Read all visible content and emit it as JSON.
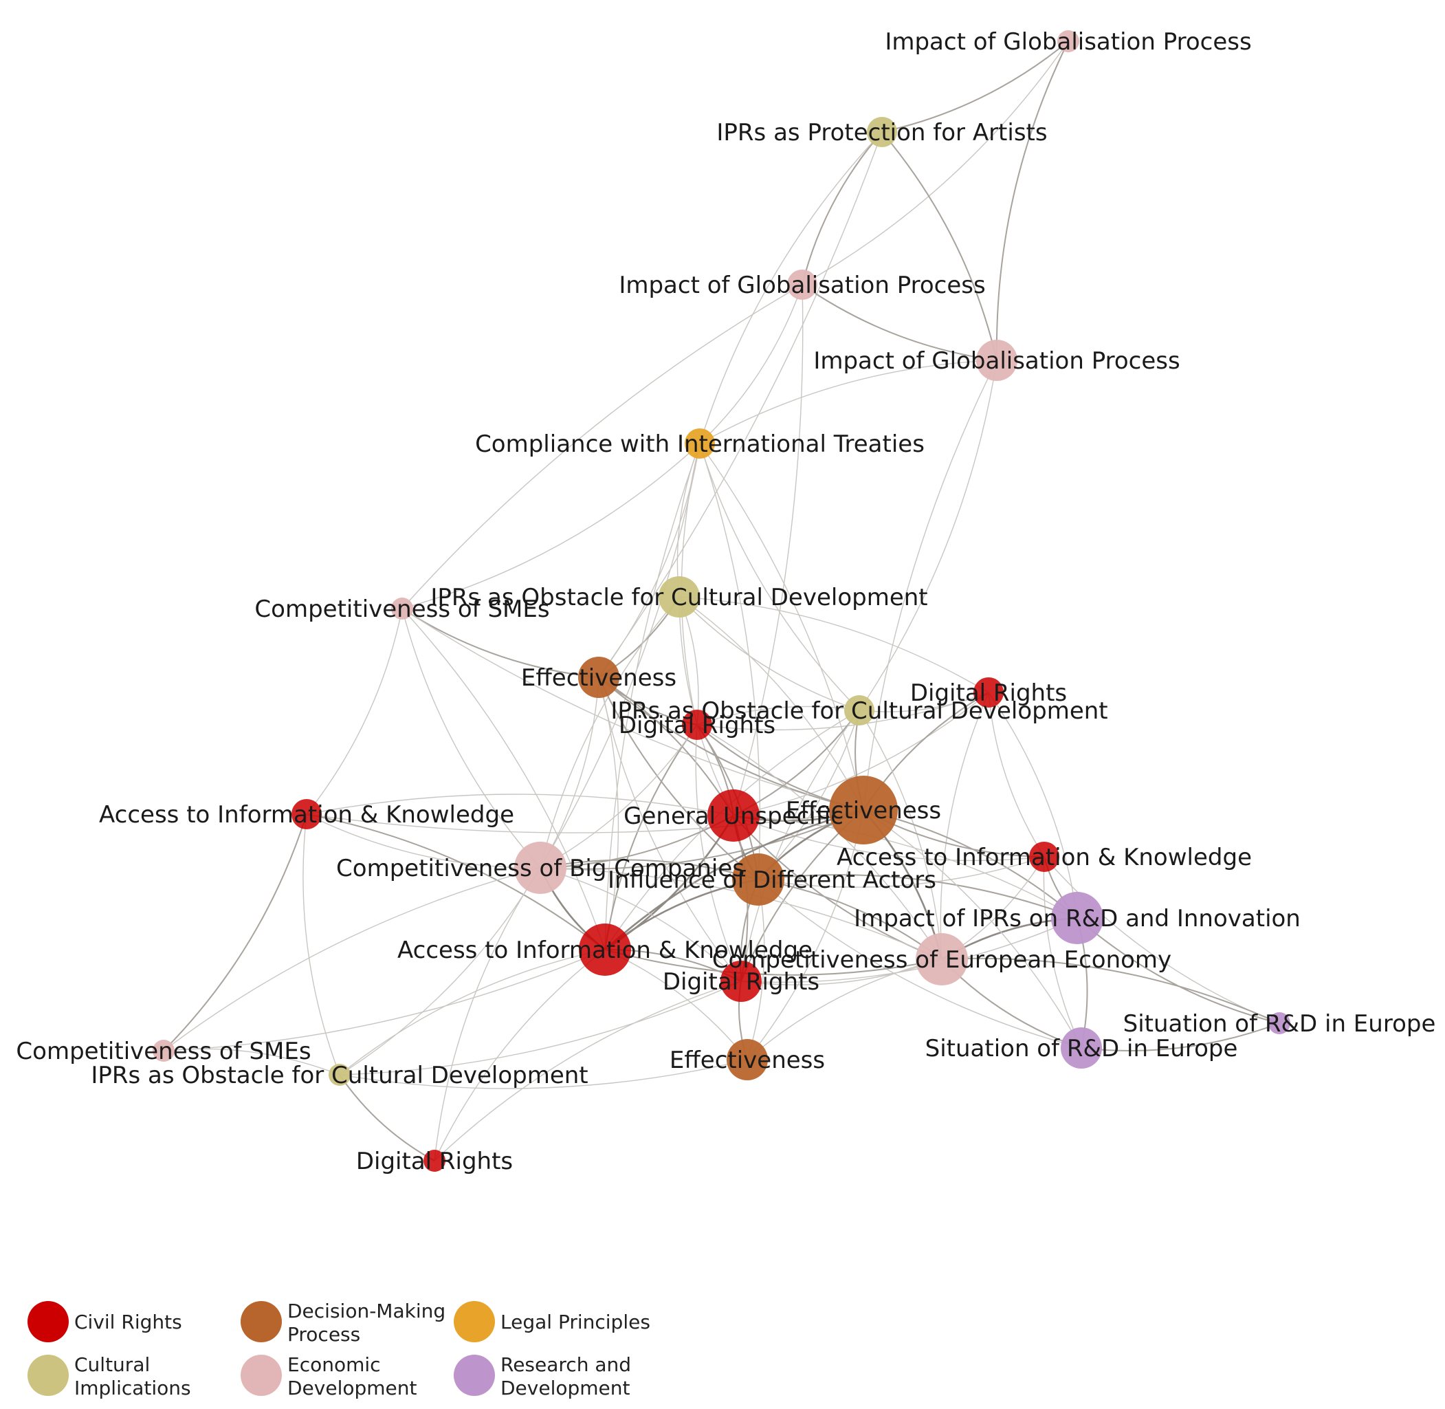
{
  "categories": [
    {
      "id": "civil",
      "label": [
        "Civil Rights"
      ],
      "color": "#cc0000"
    },
    {
      "id": "decision",
      "label": [
        "Decision-Making",
        "Process"
      ],
      "color": "#b8652d"
    },
    {
      "id": "legal",
      "label": [
        "Legal Principles"
      ],
      "color": "#e8a42a"
    },
    {
      "id": "cultural",
      "label": [
        "Cultural",
        "Implications"
      ],
      "color": "#cbc37f"
    },
    {
      "id": "economic",
      "label": [
        "Economic",
        "Development"
      ],
      "color": "#e2b6b6"
    },
    {
      "id": "research",
      "label": [
        "Research and",
        "Development"
      ],
      "color": "#bd95cc"
    }
  ],
  "nodes": [
    {
      "id": "n1",
      "label": "Impact of Globalisation Process",
      "category": "economic",
      "size": 1
    },
    {
      "id": "n2",
      "label": "IPRs as Protection for Artists",
      "category": "cultural",
      "size": 2
    },
    {
      "id": "n3",
      "label": "Impact of Globalisation Process",
      "category": "economic",
      "size": 2
    },
    {
      "id": "n4",
      "label": "Impact of Globalisation Process",
      "category": "economic",
      "size": 3
    },
    {
      "id": "n5",
      "label": "Compliance with International Treaties",
      "category": "legal",
      "size": 2
    },
    {
      "id": "n6",
      "label": "Competitiveness of SMEs",
      "category": "economic",
      "size": 1
    },
    {
      "id": "n7",
      "label": "IPRs as Obstacle for Cultural Development",
      "category": "cultural",
      "size": 3
    },
    {
      "id": "n8",
      "label": "Effectiveness",
      "category": "decision",
      "size": 3
    },
    {
      "id": "n9",
      "label": "Digital Rights",
      "category": "civil",
      "size": 2
    },
    {
      "id": "n10",
      "label": "IPRs as Obstacle for Cultural Development",
      "category": "cultural",
      "size": 2
    },
    {
      "id": "n11",
      "label": "Digital Rights",
      "category": "civil",
      "size": 2
    },
    {
      "id": "n12",
      "label": "Access to Information & Knowledge",
      "category": "civil",
      "size": 2
    },
    {
      "id": "n13",
      "label": "General Unspecific",
      "category": "civil",
      "size": 4
    },
    {
      "id": "n14",
      "label": "Effectiveness",
      "category": "decision",
      "size": 5
    },
    {
      "id": "n15",
      "label": "Access to Information & Knowledge",
      "category": "civil",
      "size": 2
    },
    {
      "id": "n16",
      "label": "Competitiveness of Big Companies",
      "category": "economic",
      "size": 4
    },
    {
      "id": "n17",
      "label": "Influence of Different Actors",
      "category": "decision",
      "size": 4
    },
    {
      "id": "n18",
      "label": "Impact of IPRs on R&D and Innovation",
      "category": "research",
      "size": 4
    },
    {
      "id": "n19",
      "label": "Access to Information & Knowledge",
      "category": "civil",
      "size": 4
    },
    {
      "id": "n20",
      "label": "Competitiveness of European Economy",
      "category": "economic",
      "size": 4
    },
    {
      "id": "n21",
      "label": "Digital Rights",
      "category": "civil",
      "size": 3
    },
    {
      "id": "n22",
      "label": "Situation of R&D in Europe",
      "category": "research",
      "size": 1
    },
    {
      "id": "n23",
      "label": "Situation of R&D in Europe",
      "category": "research",
      "size": 3
    },
    {
      "id": "n24",
      "label": "Competitiveness of SMEs",
      "category": "economic",
      "size": 1
    },
    {
      "id": "n25",
      "label": "IPRs as Obstacle for Cultural Development",
      "category": "cultural",
      "size": 1
    },
    {
      "id": "n26",
      "label": "Effectiveness",
      "category": "decision",
      "size": 3
    },
    {
      "id": "n27",
      "label": "Digital Rights",
      "category": "civil",
      "size": 1
    }
  ],
  "edges": [
    [
      "n1",
      "n2",
      2
    ],
    [
      "n1",
      "n4",
      2
    ],
    [
      "n1",
      "n3",
      1
    ],
    [
      "n2",
      "n3",
      2
    ],
    [
      "n2",
      "n4",
      2
    ],
    [
      "n2",
      "n5",
      1
    ],
    [
      "n2",
      "n8",
      1
    ],
    [
      "n3",
      "n4",
      2
    ],
    [
      "n3",
      "n5",
      1
    ],
    [
      "n3",
      "n6",
      1
    ],
    [
      "n3",
      "n13",
      1
    ],
    [
      "n4",
      "n5",
      1
    ],
    [
      "n4",
      "n10",
      1
    ],
    [
      "n4",
      "n14",
      1
    ],
    [
      "n5",
      "n6",
      1
    ],
    [
      "n5",
      "n7",
      1
    ],
    [
      "n5",
      "n8",
      1
    ],
    [
      "n5",
      "n11",
      1
    ],
    [
      "n5",
      "n14",
      1
    ],
    [
      "n5",
      "n10",
      1
    ],
    [
      "n5",
      "n16",
      1
    ],
    [
      "n5",
      "n19",
      1
    ],
    [
      "n5",
      "n17",
      1
    ],
    [
      "n6",
      "n8",
      2
    ],
    [
      "n6",
      "n12",
      1
    ],
    [
      "n6",
      "n16",
      1
    ],
    [
      "n6",
      "n19",
      1
    ],
    [
      "n6",
      "n14",
      1
    ],
    [
      "n7",
      "n8",
      2
    ],
    [
      "n7",
      "n10",
      1
    ],
    [
      "n7",
      "n11",
      1
    ],
    [
      "n7",
      "n13",
      1
    ],
    [
      "n7",
      "n14",
      1
    ],
    [
      "n7",
      "n16",
      1
    ],
    [
      "n7",
      "n9",
      1
    ],
    [
      "n8",
      "n11",
      2
    ],
    [
      "n8",
      "n13",
      2
    ],
    [
      "n8",
      "n14",
      2
    ],
    [
      "n8",
      "n16",
      1
    ],
    [
      "n8",
      "n17",
      2
    ],
    [
      "n8",
      "n19",
      1
    ],
    [
      "n8",
      "n21",
      1
    ],
    [
      "n9",
      "n13",
      1
    ],
    [
      "n9",
      "n14",
      2
    ],
    [
      "n9",
      "n18",
      1
    ],
    [
      "n9",
      "n15",
      1
    ],
    [
      "n9",
      "n10",
      1
    ],
    [
      "n9",
      "n20",
      1
    ],
    [
      "n9",
      "n11",
      1
    ],
    [
      "n10",
      "n11",
      1
    ],
    [
      "n10",
      "n13",
      2
    ],
    [
      "n10",
      "n14",
      2
    ],
    [
      "n10",
      "n17",
      1
    ],
    [
      "n10",
      "n19",
      1
    ],
    [
      "n10",
      "n20",
      1
    ],
    [
      "n10",
      "n21",
      1
    ],
    [
      "n11",
      "n13",
      2
    ],
    [
      "n11",
      "n14",
      2
    ],
    [
      "n11",
      "n17",
      2
    ],
    [
      "n11",
      "n19",
      2
    ],
    [
      "n11",
      "n20",
      1
    ],
    [
      "n11",
      "n21",
      1
    ],
    [
      "n11",
      "n16",
      1
    ],
    [
      "n12",
      "n16",
      1
    ],
    [
      "n12",
      "n19",
      2
    ],
    [
      "n12",
      "n14",
      1
    ],
    [
      "n12",
      "n24",
      2
    ],
    [
      "n12",
      "n25",
      1
    ],
    [
      "n12",
      "n13",
      1
    ],
    [
      "n13",
      "n14",
      3
    ],
    [
      "n13",
      "n16",
      2
    ],
    [
      "n13",
      "n17",
      3
    ],
    [
      "n13",
      "n19",
      3
    ],
    [
      "n13",
      "n20",
      2
    ],
    [
      "n13",
      "n21",
      2
    ],
    [
      "n13",
      "n15",
      1
    ],
    [
      "n13",
      "n18",
      1
    ],
    [
      "n14",
      "n15",
      2
    ],
    [
      "n14",
      "n16",
      2
    ],
    [
      "n14",
      "n17",
      3
    ],
    [
      "n14",
      "n18",
      2
    ],
    [
      "n14",
      "n19",
      3
    ],
    [
      "n14",
      "n20",
      3
    ],
    [
      "n14",
      "n21",
      2
    ],
    [
      "n14",
      "n26",
      1
    ],
    [
      "n15",
      "n18",
      2
    ],
    [
      "n15",
      "n20",
      1
    ],
    [
      "n15",
      "n23",
      1
    ],
    [
      "n15",
      "n17",
      1
    ],
    [
      "n15",
      "n22",
      1
    ],
    [
      "n16",
      "n17",
      2
    ],
    [
      "n16",
      "n19",
      3
    ],
    [
      "n16",
      "n21",
      1
    ],
    [
      "n16",
      "n24",
      1
    ],
    [
      "n16",
      "n25",
      1
    ],
    [
      "n16",
      "n27",
      1
    ],
    [
      "n16",
      "n20",
      1
    ],
    [
      "n17",
      "n19",
      3
    ],
    [
      "n17",
      "n20",
      2
    ],
    [
      "n17",
      "n21",
      2
    ],
    [
      "n17",
      "n18",
      2
    ],
    [
      "n17",
      "n23",
      1
    ],
    [
      "n17",
      "n26",
      1
    ],
    [
      "n18",
      "n20",
      3
    ],
    [
      "n18",
      "n23",
      2
    ],
    [
      "n18",
      "n22",
      2
    ],
    [
      "n18",
      "n21",
      1
    ],
    [
      "n19",
      "n20",
      2
    ],
    [
      "n19",
      "n21",
      2
    ],
    [
      "n19",
      "n25",
      1
    ],
    [
      "n19",
      "n26",
      1
    ],
    [
      "n19",
      "n27",
      1
    ],
    [
      "n19",
      "n24",
      1
    ],
    [
      "n20",
      "n23",
      2
    ],
    [
      "n20",
      "n22",
      2
    ],
    [
      "n20",
      "n26",
      1
    ],
    [
      "n20",
      "n21",
      1
    ],
    [
      "n21",
      "n26",
      2
    ],
    [
      "n21",
      "n25",
      1
    ],
    [
      "n21",
      "n27",
      1
    ],
    [
      "n22",
      "n23",
      2
    ],
    [
      "n23",
      "n14",
      1
    ],
    [
      "n24",
      "n25",
      1
    ],
    [
      "n25",
      "n27",
      2
    ],
    [
      "n26",
      "n25",
      1
    ]
  ]
}
